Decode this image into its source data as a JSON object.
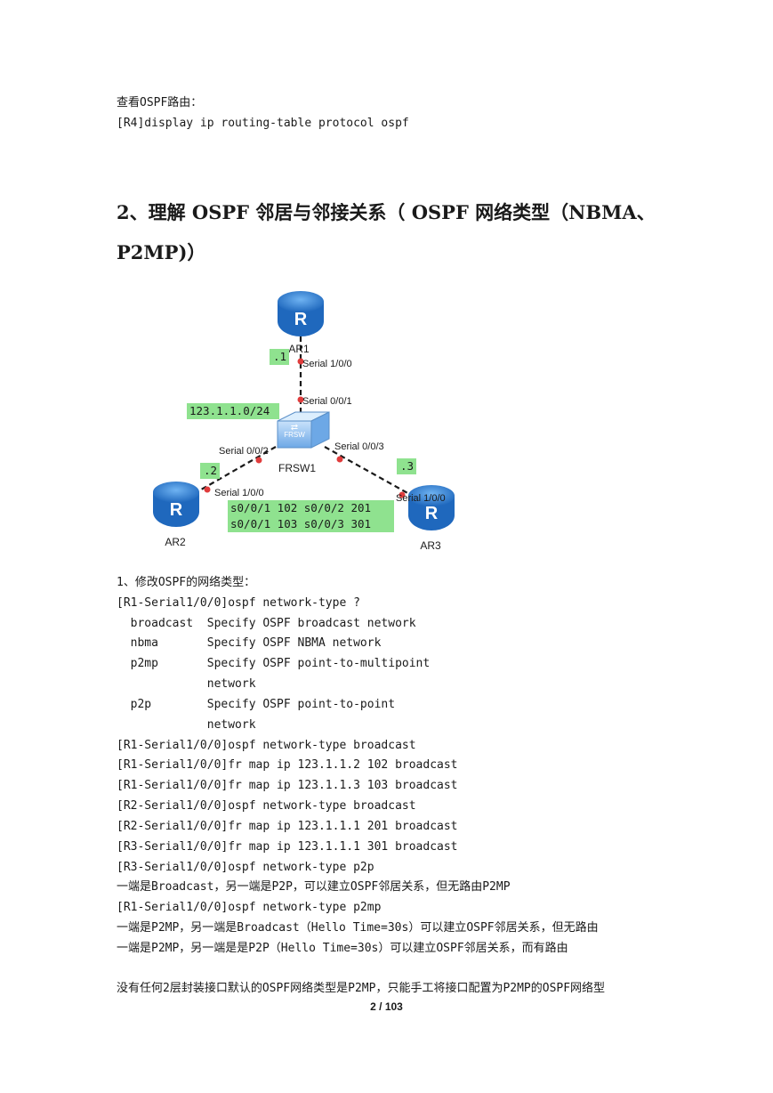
{
  "top": {
    "caption": "查看OSPF路由：",
    "cmd": "[R4]display ip routing-table protocol ospf"
  },
  "heading": {
    "line1": "2、理解 OSPF 邻居与邻接关系（  OSPF 网络类型（NBMA、",
    "line2": "P2MP)）"
  },
  "diagram": {
    "nodes": {
      "ar1": "AR1",
      "ar2": "AR2",
      "ar3": "AR3",
      "frsw": "FRSW1",
      "frsw_icon_text": "FRSW"
    },
    "interfaces": {
      "ar1_serial": "Serial 1/0/0",
      "frsw_to_ar1": "Serial 0/0/1",
      "frsw_to_ar2": "Serial 0/0/2",
      "frsw_to_ar3": "Serial 0/0/3",
      "ar2_serial": "Serial 1/0/0",
      "ar3_serial": "Serial 1/0/0"
    },
    "labels": {
      "ar1_ip": ".1",
      "ar2_ip": ".2",
      "ar3_ip": ".3",
      "network": "123.1.1.0/24",
      "map1": "s0/0/1 102 s0/0/2 201",
      "map2": "s0/0/1 103 s0/0/3 301"
    },
    "colors": {
      "highlight": "#8fe28f",
      "router": "#2f7fd1",
      "link_dot": "#e03c3c"
    }
  },
  "body_lines": [
    "1、修改OSPF的网络类型：",
    "[R1-Serial1/0/0]ospf network-type ?",
    "  broadcast  Specify OSPF broadcast network",
    "  nbma       Specify OSPF NBMA network",
    "  p2mp       Specify OSPF point-to-multipoint",
    "             network",
    "  p2p        Specify OSPF point-to-point",
    "             network",
    "[R1-Serial1/0/0]ospf network-type broadcast",
    "[R1-Serial1/0/0]fr map ip 123.1.1.2 102 broadcast",
    "[R1-Serial1/0/0]fr map ip 123.1.1.3 103 broadcast",
    "[R2-Serial1/0/0]ospf network-type broadcast",
    "[R2-Serial1/0/0]fr map ip 123.1.1.1 201 broadcast",
    "[R3-Serial1/0/0]fr map ip 123.1.1.1 301 broadcast",
    "[R3-Serial1/0/0]ospf network-type p2p",
    "一端是Broadcast，另一端是P2P，可以建立OSPF邻居关系，但无路由P2MP",
    "[R1-Serial1/0/0]ospf network-type p2mp",
    "一端是P2MP，另一端是Broadcast（Hello Time=30s）可以建立OSPF邻居关系，但无路由",
    "一端是P2MP，另一端是是P2P（Hello Time=30s）可以建立OSPF邻居关系，而有路由"
  ],
  "footer_line": "没有任何2层封装接口默认的OSPF网络类型是P2MP，只能手工将接口配置为P2MP的OSPF网络型",
  "page_number": "2 / 103"
}
